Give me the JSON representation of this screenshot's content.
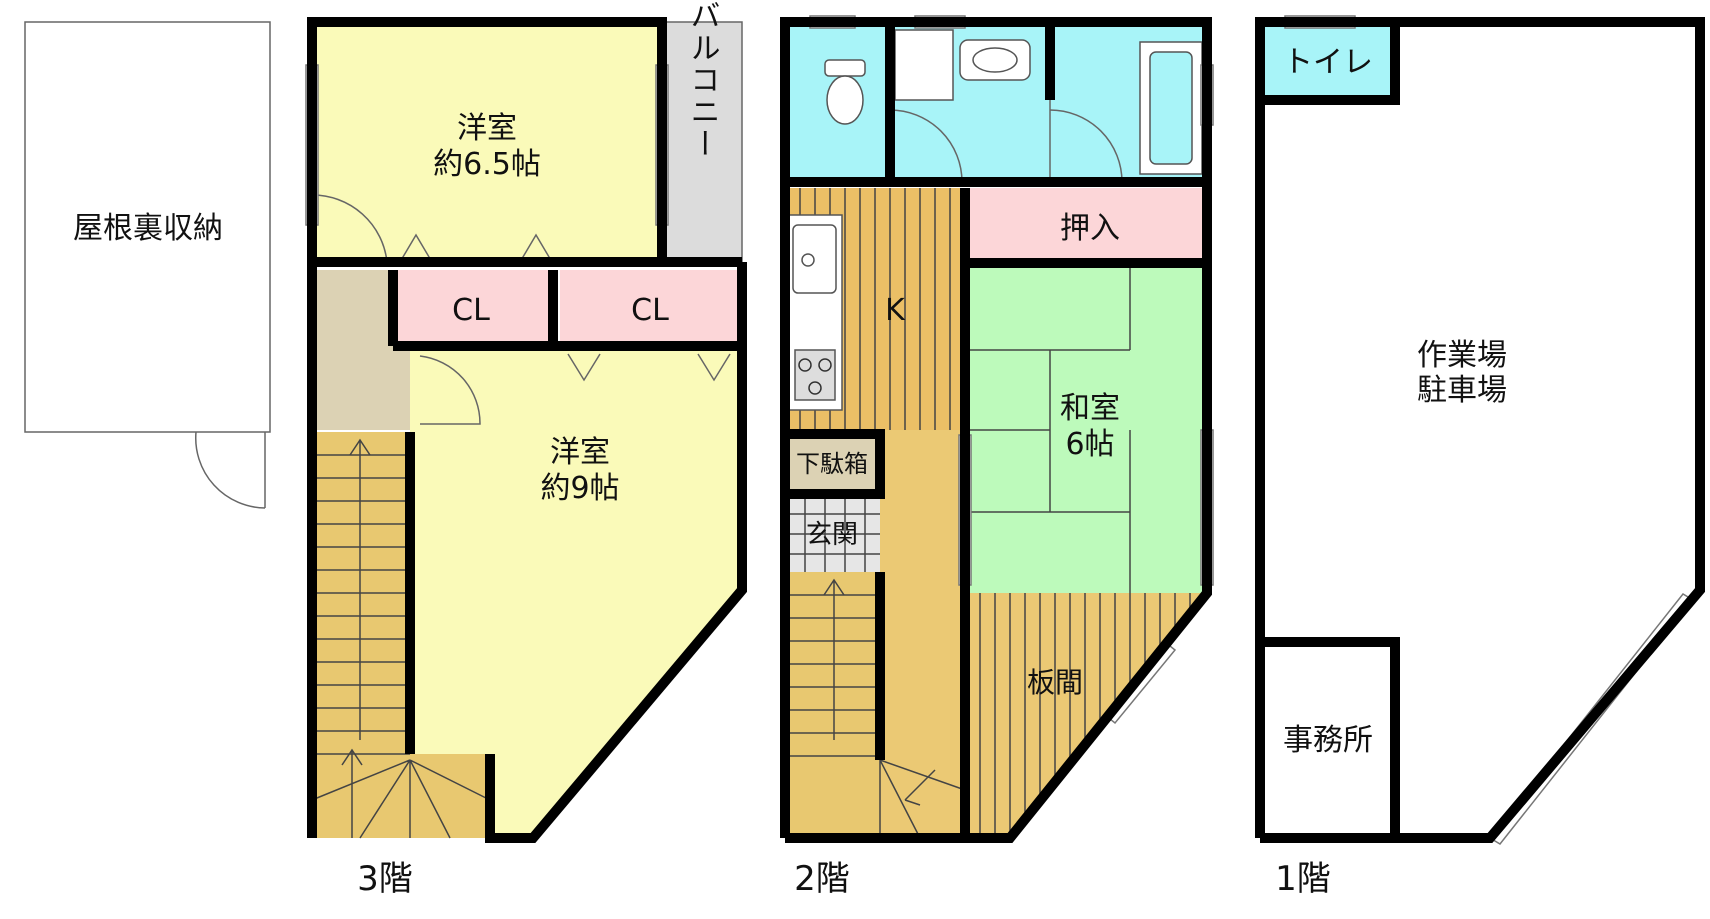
{
  "colors": {
    "western": "#fafab9",
    "closet": "#fcd6d8",
    "balcony": "#dcdcdc",
    "storage": "#dcd2b4",
    "stairs": "#e8c870",
    "wet": "#a8f4f8",
    "kitchen": "#ebbf66",
    "tatami": "#bdfabb",
    "board": "#ebc974",
    "entrance": "#e6e6e6",
    "shoebox": "#dcd2b4",
    "wall": "#000000"
  },
  "icons": {
    "sink": "kitchen-sink-icon",
    "stove": "stove-icon",
    "toilet": "toilet-icon",
    "washbasin": "washbasin-icon",
    "bathtub": "bathtub-icon"
  },
  "floor3": {
    "label": "3階",
    "attic": "屋根裏収納",
    "room1": {
      "name": "洋室",
      "size": "約6.5帖"
    },
    "balcony": "バルコニー",
    "cl1": "CL",
    "cl2": "CL",
    "room2": {
      "name": "洋室",
      "size": "約9帖"
    }
  },
  "floor2": {
    "label": "2階",
    "kitchen": "K",
    "closet": "押入",
    "washitsu": {
      "name": "和室",
      "size": "6帖"
    },
    "shoebox": "下駄箱",
    "entrance": "玄関",
    "itama": "板間"
  },
  "floor1": {
    "label": "1階",
    "toilet": "トイレ",
    "workshop": {
      "line1": "作業場",
      "line2": "駐車場"
    },
    "office": "事務所"
  }
}
